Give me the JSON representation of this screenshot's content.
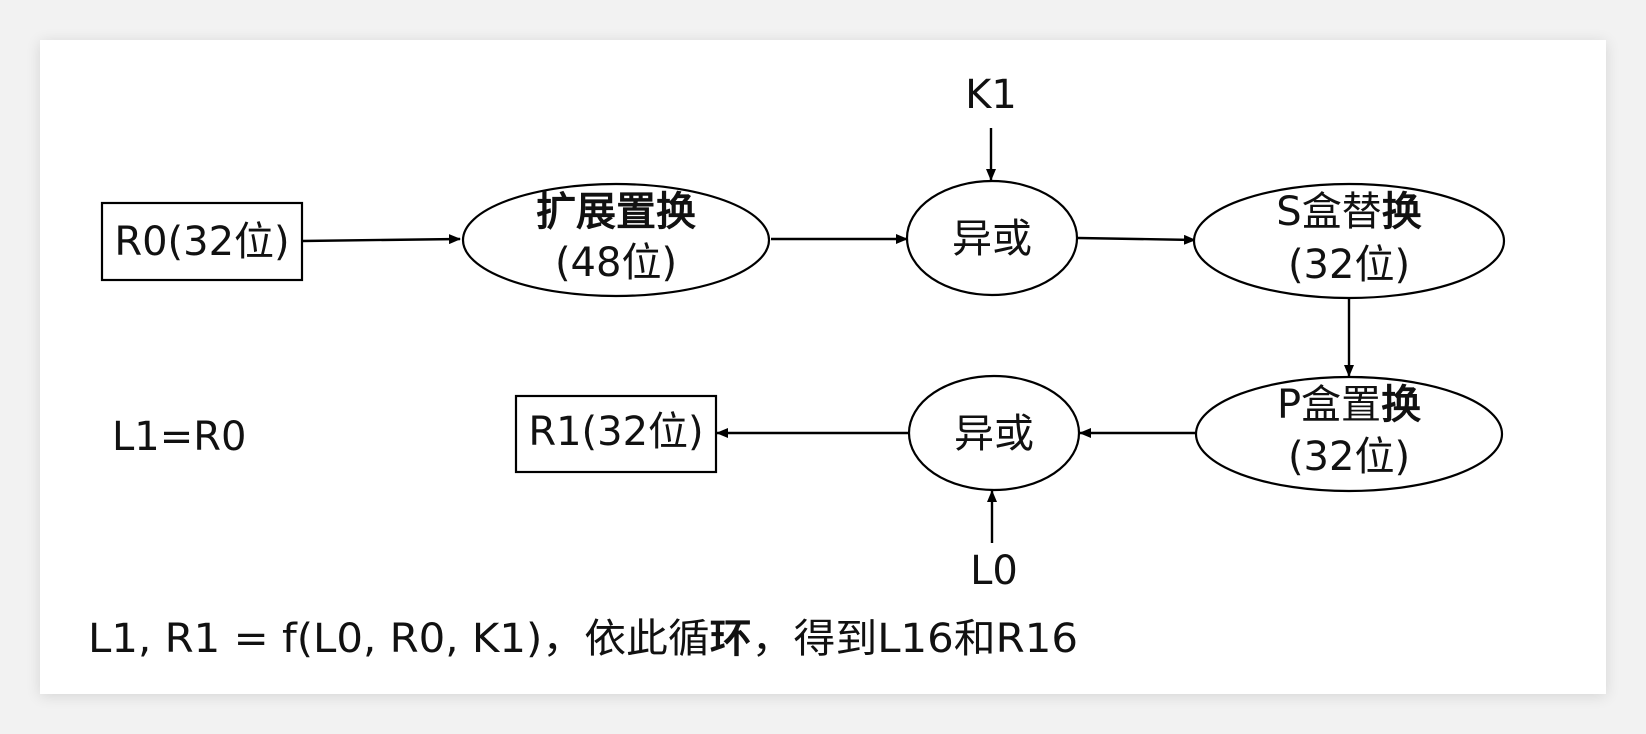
{
  "nodes": {
    "r0_box": {
      "label": "R0(32位)"
    },
    "expansion": {
      "line1_plain": "扩展置",
      "line1_bold": "换",
      "line2": "(48位)"
    },
    "xor_top": {
      "label": "异或"
    },
    "sbox": {
      "line1_plain": "S盒替",
      "line1_bold": "换",
      "line2": "(32位)"
    },
    "pbox": {
      "line1_plain": "P盒置",
      "line1_bold": "换",
      "line2": "(32位)"
    },
    "xor_bottom": {
      "label": "异或"
    },
    "r1_box": {
      "label": "R1(32位)"
    }
  },
  "inputs": {
    "k1": "K1",
    "l0": "L0"
  },
  "notes": {
    "l1_eq": "L1=R0",
    "formula_part1": "L1, R1 = f(L0, R0, K1)，依此循",
    "formula_bold": "环",
    "formula_part2": "，得到L16和R16"
  }
}
